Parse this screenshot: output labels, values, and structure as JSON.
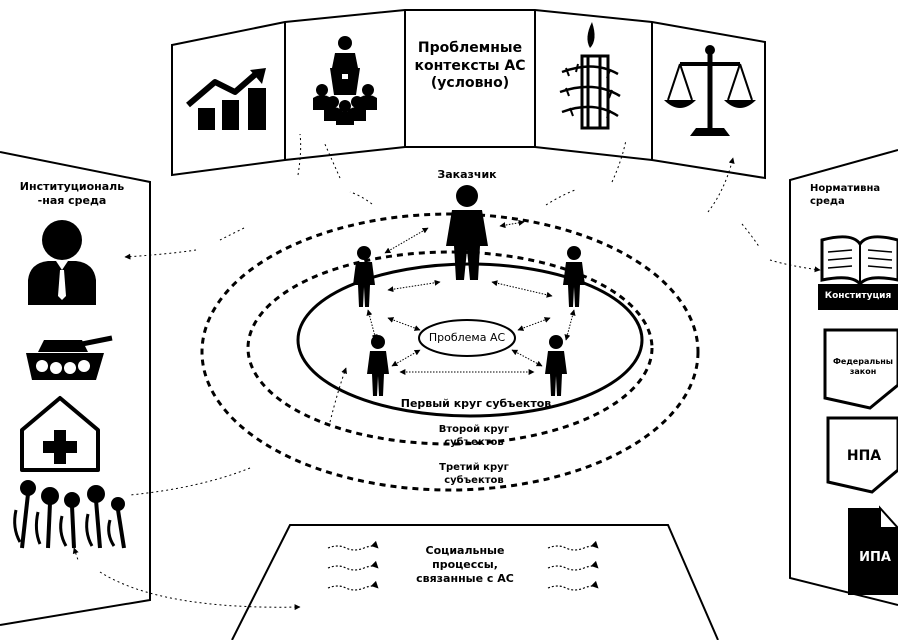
{
  "top_panel": {
    "problem_contexts": "Проблемные\nконтексты АС\n(условно)"
  },
  "center": {
    "customer": "Заказчик",
    "problem": "Проблема АС",
    "circle1": "Первый круг субъектов",
    "circle2": "Второй круг\nсубъектов",
    "circle3": "Третий круг\nсубъектов"
  },
  "left_panel": {
    "title": "Институциональ\n-ная среда"
  },
  "right_panel": {
    "title": "Нормативна\nсреда",
    "constitution": "Конституция",
    "federal_law": "Федеральны\nзакон",
    "npa": "НПА",
    "ipa": "ИПА"
  },
  "bottom_panel": {
    "social_processes": "Социальные\nпроцессы,\nсвязанные с АС"
  }
}
